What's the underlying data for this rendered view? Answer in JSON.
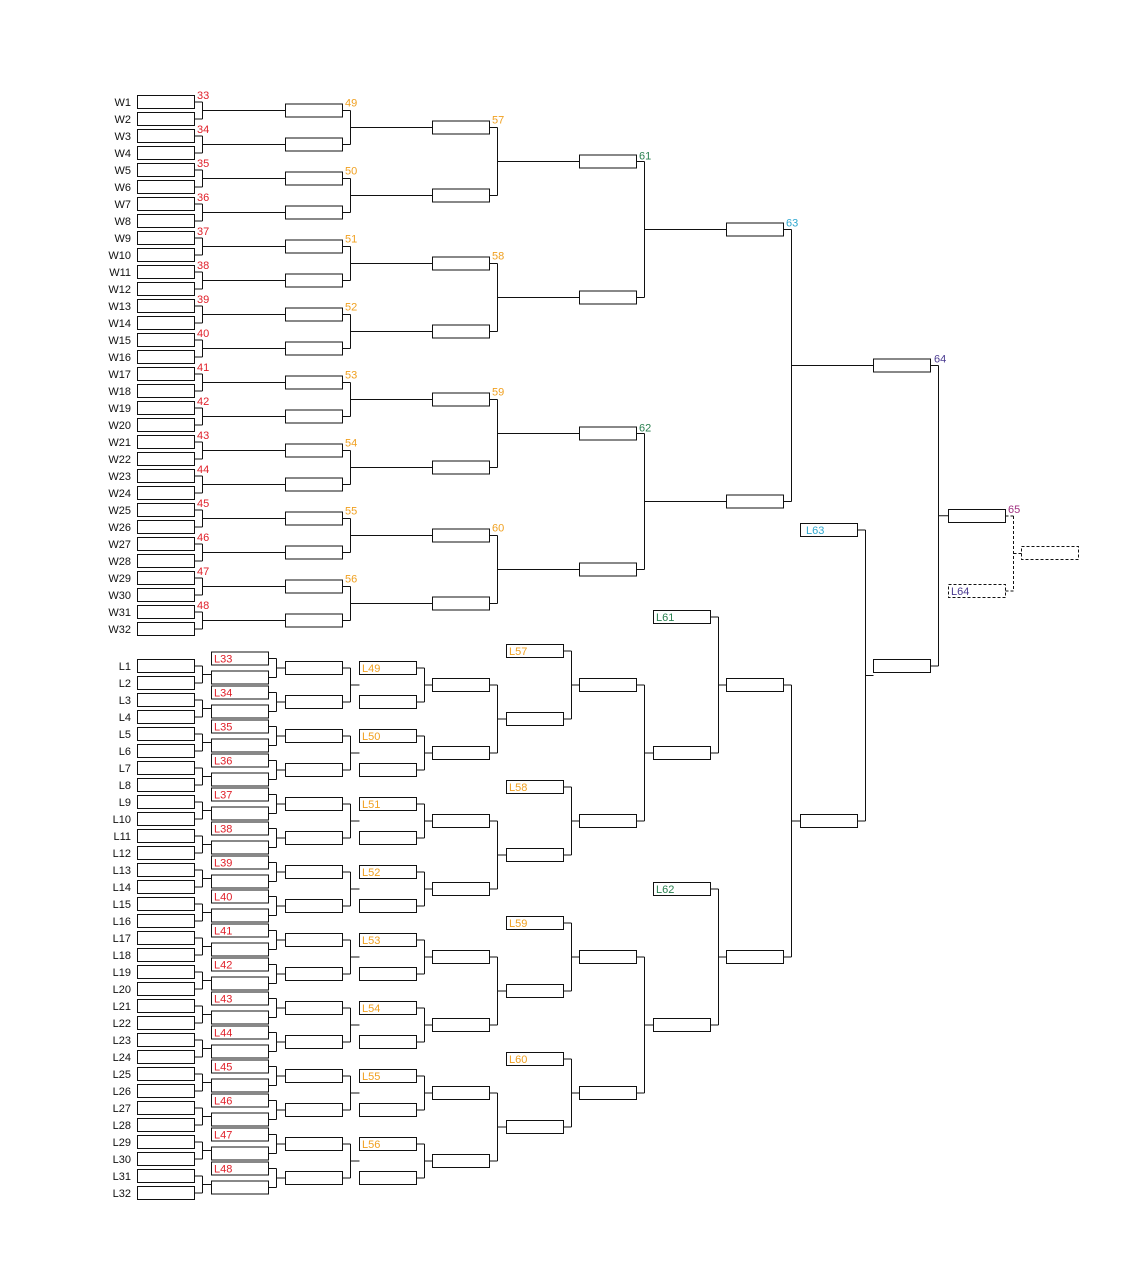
{
  "colors": {
    "round1": "#e0202a",
    "round2": "#f0a020",
    "round3": "#2a8050",
    "round4": "#30a8d0",
    "round5": "#4a3a90",
    "final": "#a03080",
    "line": "#111111"
  },
  "winners": {
    "seeds": [
      "W1",
      "W2",
      "W3",
      "W4",
      "W5",
      "W6",
      "W7",
      "W8",
      "W9",
      "W10",
      "W11",
      "W12",
      "W13",
      "W14",
      "W15",
      "W16",
      "W17",
      "W18",
      "W19",
      "W20",
      "W21",
      "W22",
      "W23",
      "W24",
      "W25",
      "W26",
      "W27",
      "W28",
      "W29",
      "W30",
      "W31",
      "W32"
    ],
    "round1_matches": [
      "33",
      "34",
      "35",
      "36",
      "37",
      "38",
      "39",
      "40",
      "41",
      "42",
      "43",
      "44",
      "45",
      "46",
      "47",
      "48"
    ],
    "round2_matches": [
      "49",
      "50",
      "51",
      "52",
      "53",
      "54",
      "55",
      "56"
    ],
    "round3_matches": [
      "57",
      "58",
      "59",
      "60"
    ],
    "round4_matches": [
      "61",
      "62"
    ],
    "round5_match": "63",
    "final_match": "64"
  },
  "losers": {
    "seeds": [
      "L1",
      "L2",
      "L3",
      "L4",
      "L5",
      "L6",
      "L7",
      "L8",
      "L9",
      "L10",
      "L11",
      "L12",
      "L13",
      "L14",
      "L15",
      "L16",
      "L17",
      "L18",
      "L19",
      "L20",
      "L21",
      "L22",
      "L23",
      "L24",
      "L25",
      "L26",
      "L27",
      "L28",
      "L29",
      "L30",
      "L31",
      "L32"
    ],
    "drop_r1": [
      "L33",
      "L34",
      "L35",
      "L36",
      "L37",
      "L38",
      "L39",
      "L40",
      "L41",
      "L42",
      "L43",
      "L44",
      "L45",
      "L46",
      "L47",
      "L48"
    ],
    "drop_r2": [
      "L49",
      "L50",
      "L51",
      "L52",
      "L53",
      "L54",
      "L55",
      "L56"
    ],
    "drop_r3": [
      "L57",
      "L58",
      "L59",
      "L60"
    ],
    "drop_r4": [
      "L61",
      "L62"
    ],
    "drop_r5": "L63"
  },
  "grand_final": {
    "match": "65",
    "reset_label": "L64"
  }
}
